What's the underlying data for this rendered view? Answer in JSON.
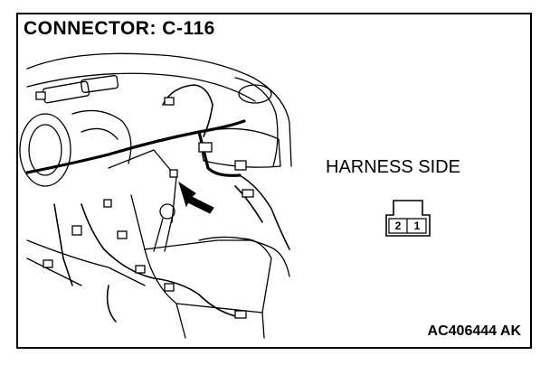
{
  "title": "CONNECTOR: C-116",
  "harness_label": "HARNESS SIDE",
  "connector": {
    "pins": [
      "2",
      "1"
    ]
  },
  "figure_code": "AC406444 AK"
}
